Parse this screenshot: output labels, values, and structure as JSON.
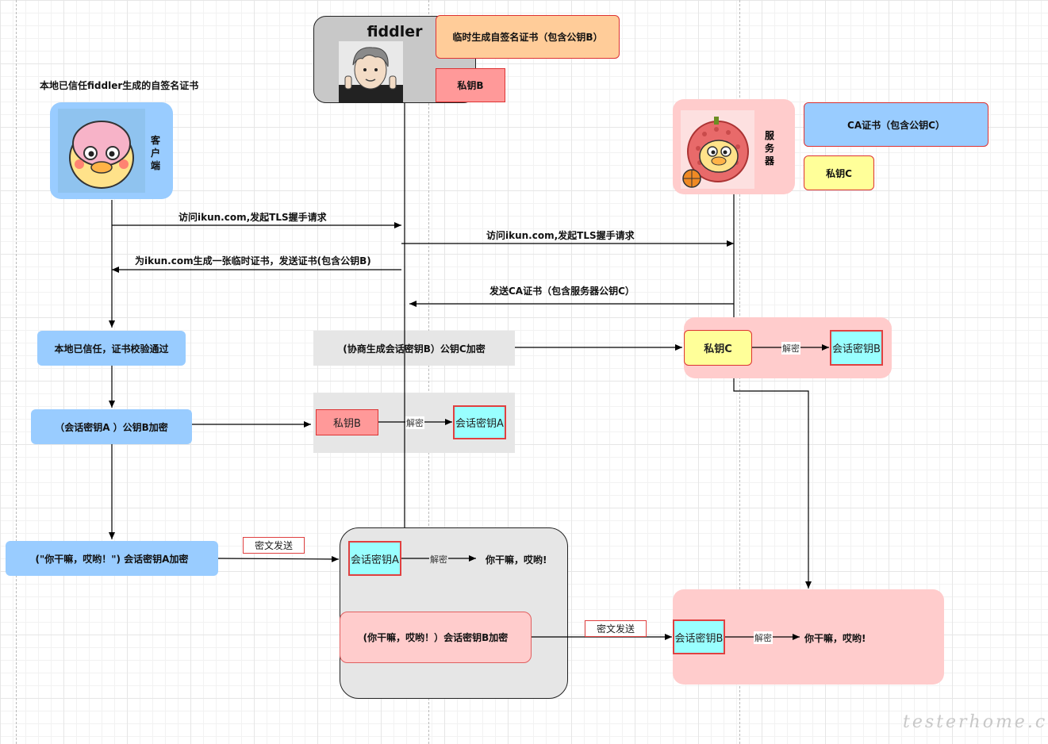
{
  "local_trust_note": "本地已信任fiddler生成的自签名证书",
  "client": {
    "label": "客户端",
    "avatar_icon": "cartoon-chick-avatar"
  },
  "fiddler": {
    "title": "fiddler",
    "avatar_icon": "anime-character-avatar"
  },
  "server": {
    "label": "服务器",
    "avatar_icon": "cartoon-lychee-chick-avatar"
  },
  "fiddler_cert": "临时生成自签名证书（包含公钥B）",
  "fiddler_private_key": "私钥B",
  "server_cert": "CA证书（包含公钥C）",
  "server_private_key": "私钥C",
  "messages": {
    "client_to_fiddler_handshake": "访问ikun.com,发起TLS握手请求",
    "fiddler_to_server_handshake": "访问ikun.com,发起TLS握手请求",
    "fiddler_to_client_cert": "为ikun.com生成一张临时证书，发送证书(包含公钥B)",
    "server_to_fiddler_cert": "发送CA证书（包含服务器公钥C）"
  },
  "client_verify": "本地已信任，证书校验通过",
  "client_encrypt_key": "（会话密钥A ）公钥B加密",
  "client_encrypt_msg": "(\"你干嘛，哎哟！\") 会话密钥A加密",
  "fiddler_encrypt_key": "(协商生成会话密钥B）公钥C加密",
  "fiddler_decrypt": {
    "key": "私钥B",
    "action": "解密",
    "result": "会话密钥A"
  },
  "server_decrypt": {
    "key": "私钥C",
    "action": "解密",
    "result": "会话密钥B"
  },
  "ciphertext_send_1": "密文发送",
  "ciphertext_send_2": "密文发送",
  "fiddler_msg_decrypt": {
    "key": "会话密钥A",
    "action": "解密",
    "result": "你干嘛，哎哟!"
  },
  "fiddler_reencrypt": "(你干嘛，哎哟！）会话密钥B加密",
  "server_msg_decrypt": {
    "key": "会话密钥B",
    "action": "解密",
    "result": "你干嘛，哎哟!"
  },
  "watermark": "testerhome.com",
  "colors": {
    "blue": "#99ccff",
    "pink": "#ffcccc",
    "grey": "#e6e6e6",
    "cyan": "#99ffff",
    "red": "#ff9999",
    "yellow": "#ffff99",
    "orange": "#ffcc99"
  }
}
